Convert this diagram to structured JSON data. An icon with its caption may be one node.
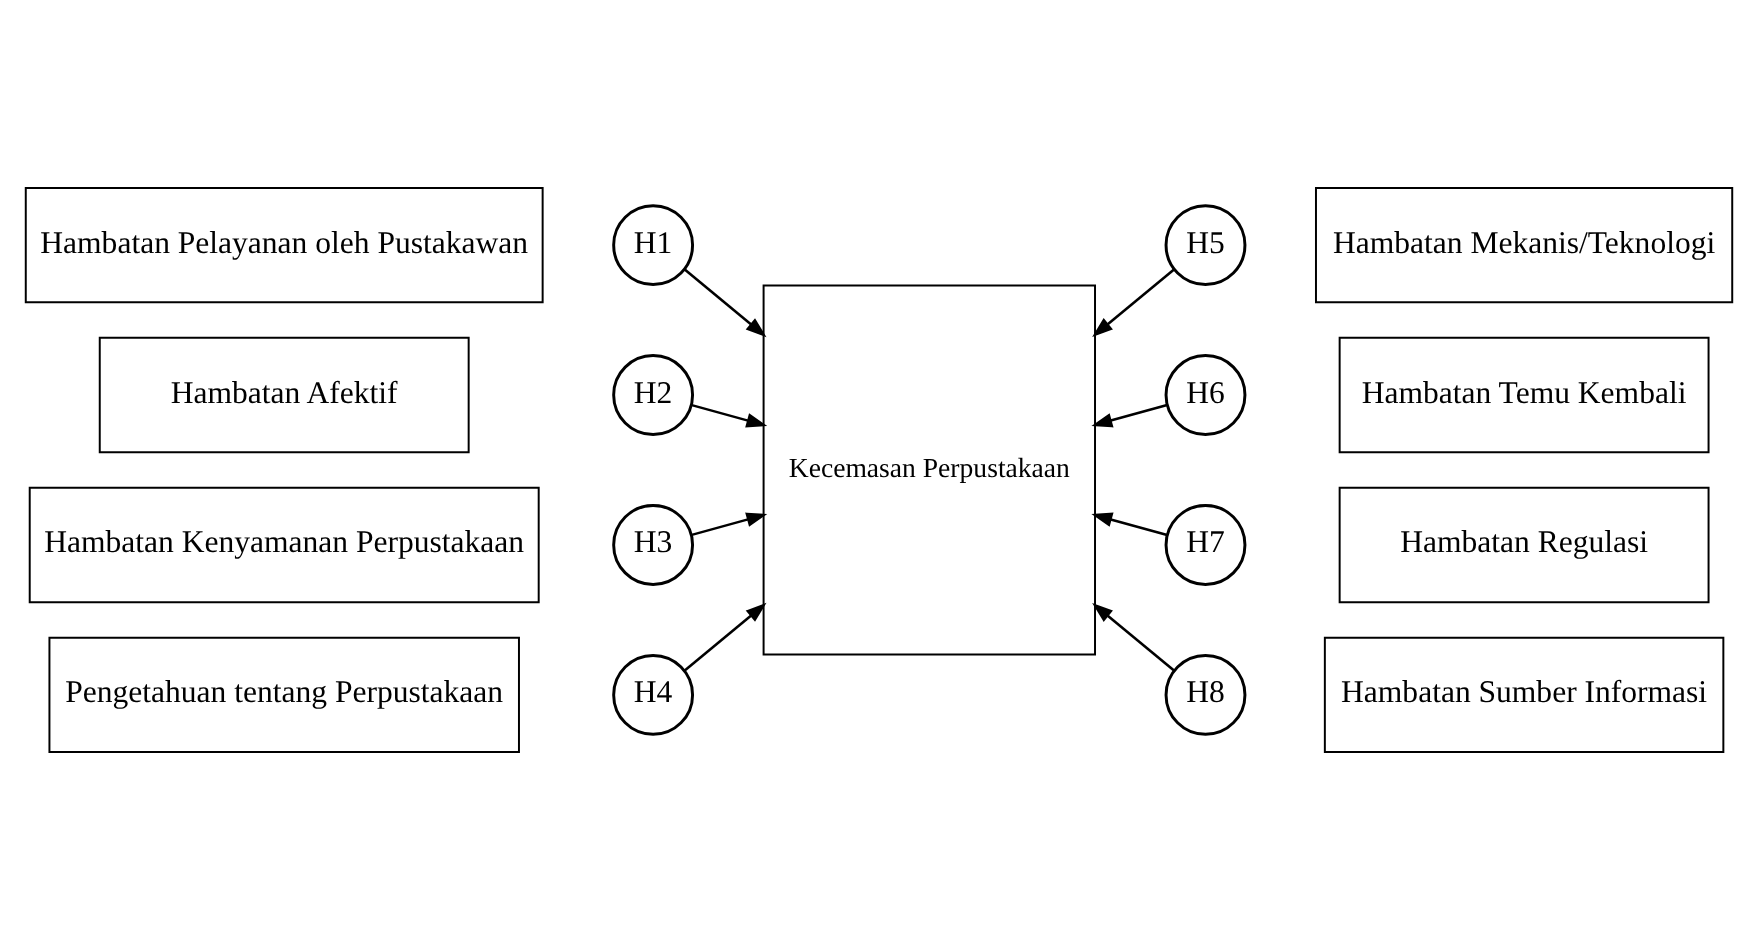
{
  "diagram": {
    "nodes": [
      {
        "text": [
          "Hambatan Pelayanan oleh Pustakawan"
        ]
      },
      {
        "text": [
          "Hambatan Afektif"
        ]
      },
      {
        "text": [
          "Hambatan Kenyamanan Perpustakaan"
        ]
      },
      {
        "text": [
          "Pengetahuan tentang Perpustakaan"
        ]
      },
      {
        "text": [
          "Hambatan Mekanis/Teknologi"
        ]
      },
      {
        "text": [
          "Hambatan Temu Kembali"
        ]
      },
      {
        "text": [
          "Hambatan Regulasi"
        ]
      },
      {
        "text": [
          "Hambatan Sumber Informasi"
        ]
      },
      {
        "text": [
          "Kecemasan Perpustakaan"
        ]
      },
      {
        "text": [
          "H1"
        ]
      },
      {
        "text": [
          "H2"
        ]
      },
      {
        "text": [
          "H3"
        ]
      },
      {
        "text": [
          "H4"
        ]
      },
      {
        "text": [
          "H5"
        ]
      },
      {
        "text": [
          "H6"
        ]
      },
      {
        "text": [
          "H7"
        ]
      },
      {
        "text": [
          "H8"
        ]
      }
    ],
    "edges": [
      {
        "from": 9,
        "to": 8,
        "arrow": "to"
      },
      {
        "from": 10,
        "to": 8,
        "arrow": "to"
      },
      {
        "from": 11,
        "to": 8,
        "arrow": "to"
      },
      {
        "from": 12,
        "to": 8,
        "arrow": "to"
      },
      {
        "from": 13,
        "to": 8,
        "arrow": "to"
      },
      {
        "from": 14,
        "to": 8,
        "arrow": "to"
      },
      {
        "from": 15,
        "to": 8,
        "arrow": "to"
      },
      {
        "from": 16,
        "to": 8,
        "arrow": "to"
      }
    ]
  }
}
